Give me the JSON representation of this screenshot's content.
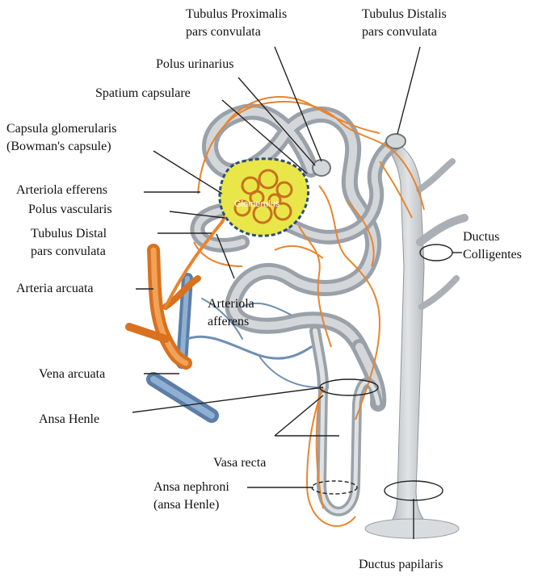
{
  "labels": {
    "tubulus_proximalis": [
      "Tubulus Proximalis",
      "pars convulata"
    ],
    "tubulus_distalis": [
      "Tubulus Distalis",
      "pars convulata"
    ],
    "polus_urinarius": "Polus urinarius",
    "spatium_capsulare": "Spatium capsulare",
    "capsula_glomerularis": [
      "Capsula glomerularis",
      "(Bowman's capsule)"
    ],
    "arteriola_efferens": "Arteriola efferens",
    "polus_vascularis": "Polus vascularis",
    "tubulus_distal": [
      "Tubulus Distal",
      "pars convulata"
    ],
    "arteria_arcuata": "Arteria arcuata",
    "arteriola_afferens": [
      "Arteriola",
      "afferens"
    ],
    "vena_arcuata": "Vena arcuata",
    "ansa_henle": "Ansa Henle",
    "vasa_recta": "Vasa recta",
    "ansa_nephroni": [
      "Ansa nephroni",
      "(ansa Henle)"
    ],
    "ductus_colligentes": [
      "Ductus",
      "Colligentes"
    ],
    "ductus_papilaris": "Ductus papilaris",
    "glomerulus": "Glomerulus"
  },
  "colors": {
    "tubule": "#b9bec4",
    "tubule_dark": "#7f868d",
    "artery": "#e8852e",
    "vein": "#6f8fb4",
    "glomerulus_fill": "#e9e64a",
    "leader": "#222222"
  }
}
